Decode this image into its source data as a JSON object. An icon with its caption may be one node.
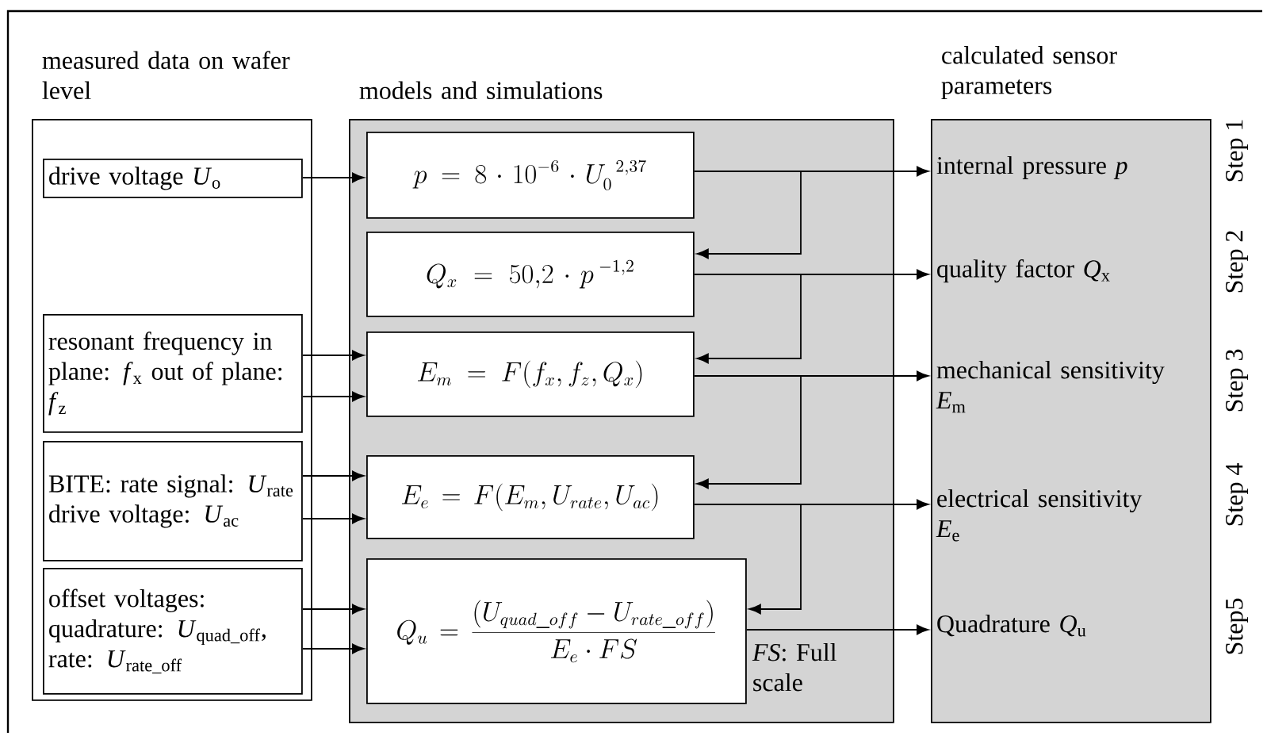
{
  "diagram": {
    "nodes": [
      {
        "text": [
          "measured data on wafer level"
        ]
      },
      {
        "text": [
          "drive voltage *U*$_{o}$"
        ],
        "in": 0
      },
      {
        "text": [
          "resonant frequency in plane: *f*$_{x}$ out of plane: *f*$_{z}$"
        ],
        "in": 0
      },
      {
        "text": [
          "BITE: rate signal: *U*$_{rate}$ drive voltage: *U*$_{ac}$"
        ],
        "in": 0
      },
      {
        "text": [
          "offset voltages: quadrature: *U*$_{quad_off}$, rate: *U*$_{rate_off}$"
        ],
        "in": 0
      },
      {
        "text": [
          "models and simulations"
        ]
      },
      {
        "text": [
          "p = 8\\cdot 10^{-6}\\cdot U_{0}^{\\;\\;2{,}37}"
        ],
        "in": 5
      },
      {
        "text": [
          "Q_{x} = 50{,}2\\cdot p^{\\;-1{,}2}"
        ],
        "in": 5
      },
      {
        "text": [
          "E_{m} = F(f_{x}, f_{z}, Q_{x})"
        ],
        "in": 5
      },
      {
        "text": [
          "E_{e} = F(E_{m}, U_{rate}, U_{ac})"
        ],
        "in": 5
      },
      {
        "text": [
          "Q_{u} = \\frac{\\left(U_{quad\\_off} - U_{rate\\_off}\\right)}{E_{e}\\cdot FS}"
        ],
        "in": 5
      },
      {
        "text": [
          "calculated sensor parameters"
        ]
      },
      {
        "text": [
          "internal pressure *p*"
        ],
        "in": 11
      },
      {
        "text": [
          "quality factor *Q*$_{x}$"
        ],
        "in": 11
      },
      {
        "text": [
          "mechanical sensitivity *E*$_{m}$"
        ],
        "in": 11
      },
      {
        "text": [
          "electrical sensitivity *E*$_{e}$"
        ],
        "in": 11
      },
      {
        "text": [
          "Quadrature *Q*$_{u}$"
        ],
        "in": 11
      }
    ],
    "edges": [
      {
        "from": 1,
        "to": 6,
        "arrow": "to"
      },
      {
        "from": 2,
        "to": 8,
        "arrow": "to"
      },
      {
        "from": 2,
        "to": 8,
        "arrow": "to"
      },
      {
        "from": 3,
        "to": 9,
        "arrow": "to"
      },
      {
        "from": 3,
        "to": 9,
        "arrow": "to"
      },
      {
        "from": 4,
        "to": 10,
        "arrow": "to"
      },
      {
        "from": 4,
        "to": 10,
        "arrow": "to"
      },
      {
        "from": 6,
        "to": 12,
        "arrow": "to"
      },
      {
        "from": 6,
        "to": 7,
        "arrow": "to"
      },
      {
        "from": 7,
        "to": 13,
        "arrow": "to"
      },
      {
        "from": 7,
        "to": 8,
        "arrow": "to"
      },
      {
        "from": 8,
        "to": 14,
        "arrow": "to"
      },
      {
        "from": 8,
        "to": 9,
        "arrow": "to"
      },
      {
        "from": 9,
        "to": 15,
        "arrow": "to"
      },
      {
        "from": 9,
        "to": 10,
        "arrow": "to"
      },
      {
        "from": 10,
        "to": 16,
        "arrow": "to"
      }
    ],
    "labels": [
      "Step 1",
      "Step 2",
      "Step 3",
      "Step 4",
      "Step5",
      "*FS*: Full scale"
    ]
  }
}
